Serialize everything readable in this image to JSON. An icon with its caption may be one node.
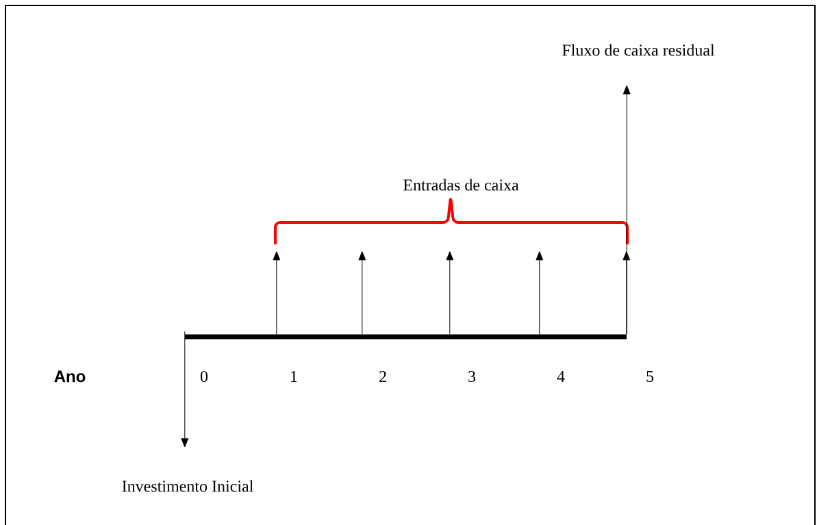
{
  "diagram": {
    "nodes": [
      {
        "text": [],
        "shape": "bar"
      },
      {
        "text": [
          "Fluxo de caixa residual"
        ]
      },
      {
        "text": [
          "Investimento Inicial"
        ]
      }
    ],
    "edges": [
      {
        "from": 0,
        "to": 2,
        "arrow": "to"
      },
      {
        "from": 0,
        "to": null,
        "arrow": "to"
      },
      {
        "from": 0,
        "to": null,
        "arrow": "to"
      },
      {
        "from": 0,
        "to": null,
        "arrow": "to"
      },
      {
        "from": 0,
        "to": null,
        "arrow": "to"
      },
      {
        "from": 0,
        "to": null,
        "arrow": "to"
      },
      {
        "from": 0,
        "to": 1,
        "arrow": "to"
      }
    ],
    "labels": [
      "Entradas de caixa",
      "Ano",
      "0",
      "1",
      "2",
      "3",
      "4",
      "5"
    ]
  }
}
